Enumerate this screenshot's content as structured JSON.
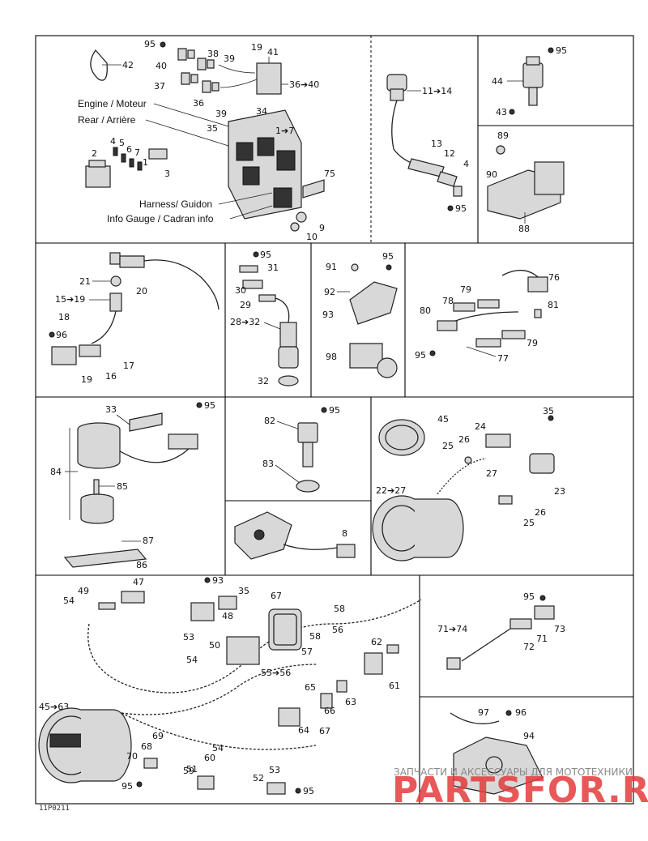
{
  "captions": {
    "engine": "Engine / Moteur",
    "rear": "Rear / Arrière",
    "harness": "Harness/ Guidon",
    "info_gauge": "Info Gauge / Cadran info"
  },
  "labels": {
    "p1": {
      "l95": "95",
      "l19": "19",
      "l41": "41",
      "l42": "42",
      "l40a": "40",
      "l38": "38",
      "l39a": "39",
      "l37": "37",
      "l36a": "36",
      "l39b": "39",
      "l36to40": "36➔40",
      "l34": "34",
      "l35": "35",
      "l1to7": "1➔7",
      "l2": "2",
      "l4": "4",
      "l5": "5",
      "l6": "6",
      "l7": "7",
      "l1": "1",
      "l3": "3",
      "l75": "75",
      "l9": "9",
      "l10": "10"
    },
    "p2": {
      "l11to14": "11➔14",
      "l13": "13",
      "l12": "12",
      "l4": "4",
      "l95": "95"
    },
    "p3": {
      "l95": "95",
      "l44": "44",
      "l43": "43"
    },
    "p4": {
      "l89": "89",
      "l90": "90",
      "l88": "88"
    },
    "p5": {
      "l21": "21",
      "l20": "20",
      "l15to19": "15➔19",
      "l18": "18",
      "l96": "96",
      "l17": "17",
      "l16": "16",
      "l19": "19"
    },
    "p6": {
      "l95": "95",
      "l31": "31",
      "l30": "30",
      "l29": "29",
      "l28to32": "28➔32",
      "l32": "32"
    },
    "p7": {
      "l91": "91",
      "l95": "95",
      "l92": "92",
      "l93": "93",
      "l98": "98"
    },
    "p8": {
      "l76": "76",
      "l79a": "79",
      "l78": "78",
      "l81": "81",
      "l80": "80",
      "l79b": "79",
      "l95": "95",
      "l77": "77"
    },
    "p9": {
      "l33": "33",
      "l95": "95",
      "l84": "84",
      "l85": "85",
      "l87": "87",
      "l86": "86"
    },
    "p10": {
      "l82": "82",
      "l95": "95",
      "l83": "83"
    },
    "p11": {
      "l8": "8"
    },
    "p12": {
      "l45": "45",
      "l24": "24",
      "l35": "35",
      "l25a": "25",
      "l26a": "26",
      "l27": "27",
      "l22to27": "22➔27",
      "l23": "23",
      "l26b": "26",
      "l25b": "25"
    },
    "p13": {
      "l49": "49",
      "l47": "47",
      "l93": "93",
      "l35": "35",
      "l54a": "54",
      "l67": "67",
      "l58a": "58",
      "l48": "48",
      "l56": "56",
      "l58b": "58",
      "l53": "53",
      "l50": "50",
      "l54b": "54",
      "l57": "57",
      "l55to56": "55➔56",
      "l62": "62",
      "l61": "61",
      "l63": "63",
      "l45to63": "45➔63",
      "l65": "65",
      "l66": "66",
      "l64": "64",
      "l67b": "67",
      "l68": "68",
      "l69": "69",
      "l70": "70",
      "l54c": "54",
      "l60": "60",
      "l59": "59",
      "l51": "51",
      "l52": "52",
      "l53b": "53",
      "l95a": "95",
      "l95b": "95"
    },
    "p14": {
      "l95": "95",
      "l71to74": "71➔74",
      "l73": "73",
      "l71": "71",
      "l72": "72"
    },
    "p15": {
      "l97": "97",
      "l96": "96",
      "l94": "94"
    }
  },
  "watermark": {
    "top": "ЗАПЧАСТИ И АКСЕССУАРЫ ДЛЯ МОТОТЕХНИКИ",
    "brand": "PARTSFOR.RU"
  },
  "figure_code": "11P0211"
}
